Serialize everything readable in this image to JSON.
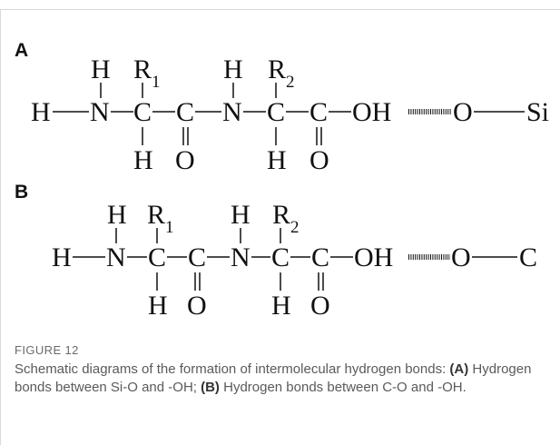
{
  "panels": [
    {
      "label": "A",
      "head_atoms": [
        "H",
        "R",
        "H",
        "R"
      ],
      "head_subscripts": [
        "1",
        "2"
      ],
      "chain_atoms": [
        "H",
        "N",
        "C",
        "C",
        "N",
        "C",
        "C",
        "OH",
        "O",
        "Si"
      ],
      "tail_atoms": [
        "H",
        "O",
        "H",
        "O"
      ]
    },
    {
      "label": "B",
      "head_atoms": [
        "H",
        "R",
        "H",
        "R"
      ],
      "head_subscripts": [
        "1",
        "2"
      ],
      "chain_atoms": [
        "H",
        "N",
        "C",
        "C",
        "N",
        "C",
        "C",
        "OH",
        "O",
        "C"
      ],
      "tail_atoms": [
        "H",
        "O",
        "H",
        "O"
      ]
    }
  ],
  "caption": {
    "figure_label": "FIGURE 12",
    "text_1": "Schematic diagrams of the formation of intermolecular hydrogen bonds: ",
    "ref_a": "(A)",
    "text_2": " Hydrogen bonds between Si-O and -OH; ",
    "ref_b": "(B)",
    "text_3": " Hydrogen bonds between C-O and -OH."
  }
}
